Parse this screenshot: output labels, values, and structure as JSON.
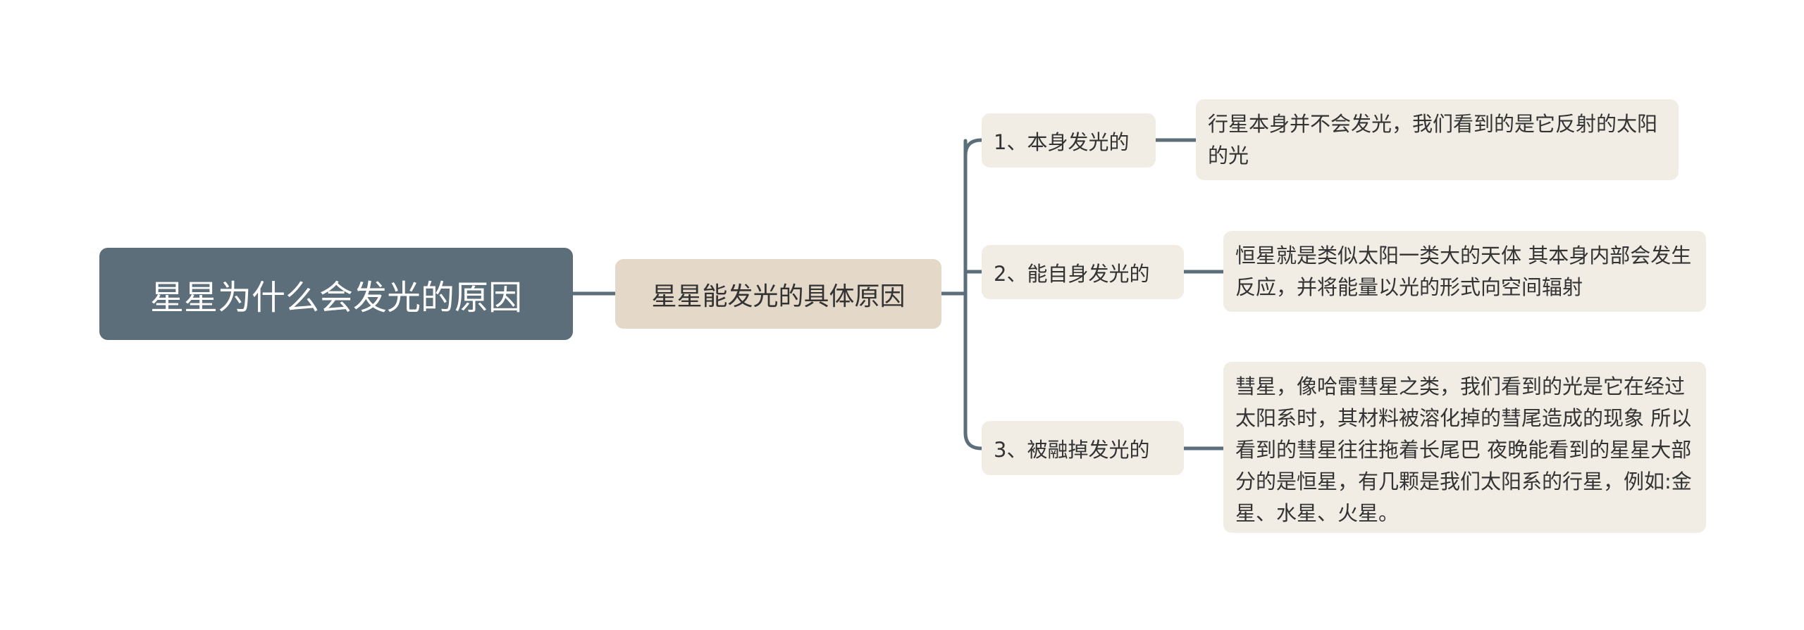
{
  "colors": {
    "root_fill": "#5b6e7a",
    "mid_fill": "#e4d9c8",
    "node_fill": "#f1ece4",
    "connector": "#5b6e7a"
  },
  "root": {
    "label": "星星为什么会发光的原因"
  },
  "topic": {
    "label": "星星能发光的具体原因"
  },
  "branches": [
    {
      "label": "1、本身发光的",
      "detail": "行星本身并不会发光，我们看到的是它反射的太阳的光"
    },
    {
      "label": "2、能自身发光的",
      "detail": "恒星就是类似太阳一类大的天体 其本身内部会发生反应，并将能量以光的形式向空间辐射"
    },
    {
      "label": "3、被融掉发光的",
      "detail": "彗星，像哈雷彗星之类，我们看到的光是它在经过太阳系时，其材料被溶化掉的彗尾造成的现象 所以看到的彗星往往拖着长尾巴 夜晚能看到的星星大部分的是恒星，有几颗是我们太阳系的行星，例如:金星、水星、火星。"
    }
  ]
}
